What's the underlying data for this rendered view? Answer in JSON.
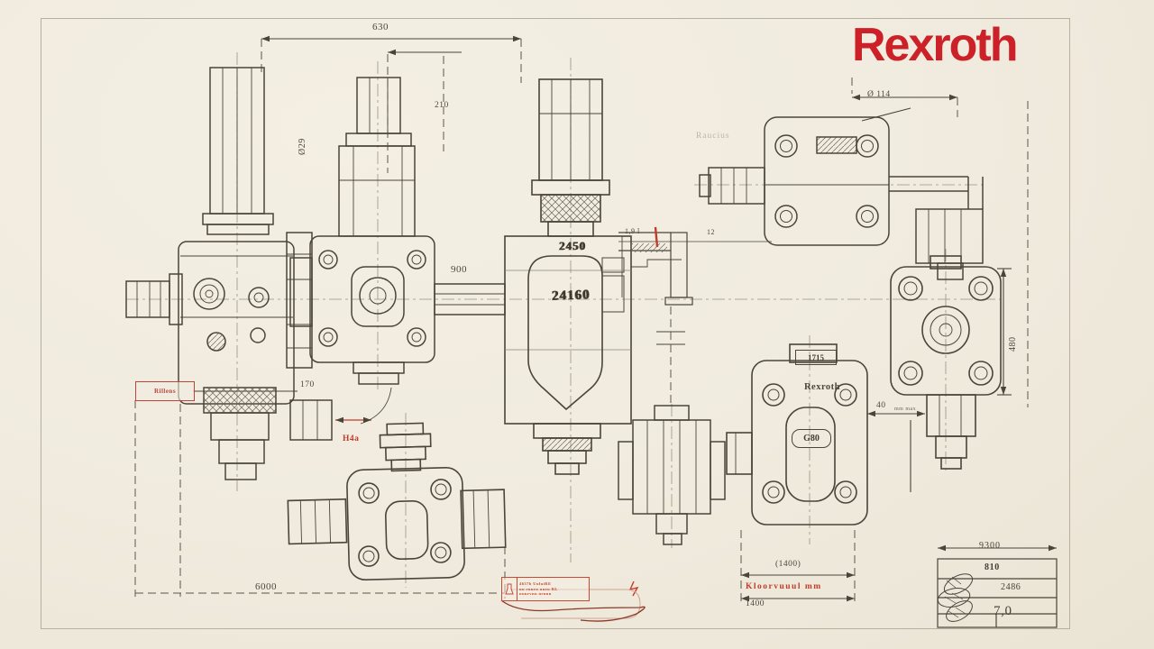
{
  "brand": {
    "logo_text": "Rexroth"
  },
  "colors": {
    "logo_red": "#cc2128",
    "annotation_red": "#c23b2a",
    "ink": "#4a443a",
    "paper": "#f1ecdf"
  },
  "dimensions": {
    "top_width": "630",
    "top_inner": "210",
    "dia_small": "Ø29",
    "dia_right": "Ø 114",
    "connector": "900",
    "left_note": "170",
    "right_height": "480",
    "offset_40": "40",
    "offset_40_suffix": "mm max",
    "pipe_note": "12",
    "volume_note": "1,9 l",
    "bottom_span_top": "(1400)",
    "bottom_span_bottom": "1400",
    "baseline_span": "6000"
  },
  "valve_labels": {
    "center_model": "2450",
    "center_serial": "24160",
    "plate_1715": "1715",
    "brand_small": "Rexroth",
    "port_g80": "G80",
    "faint_note": "Raucius"
  },
  "red_annotations": {
    "left_tag": "Rillens",
    "dim_tag": "H4a",
    "bottom_note": "Kloorvuuul mm"
  },
  "stamp": {
    "line1": "4637b UuluiRE",
    "line2": "uu runru uuru RL",
    "line3": "nunrvnn nrnnn"
  },
  "title_block": {
    "header": "9300",
    "row1": "810",
    "row2": "2486",
    "row3": "7,0"
  }
}
